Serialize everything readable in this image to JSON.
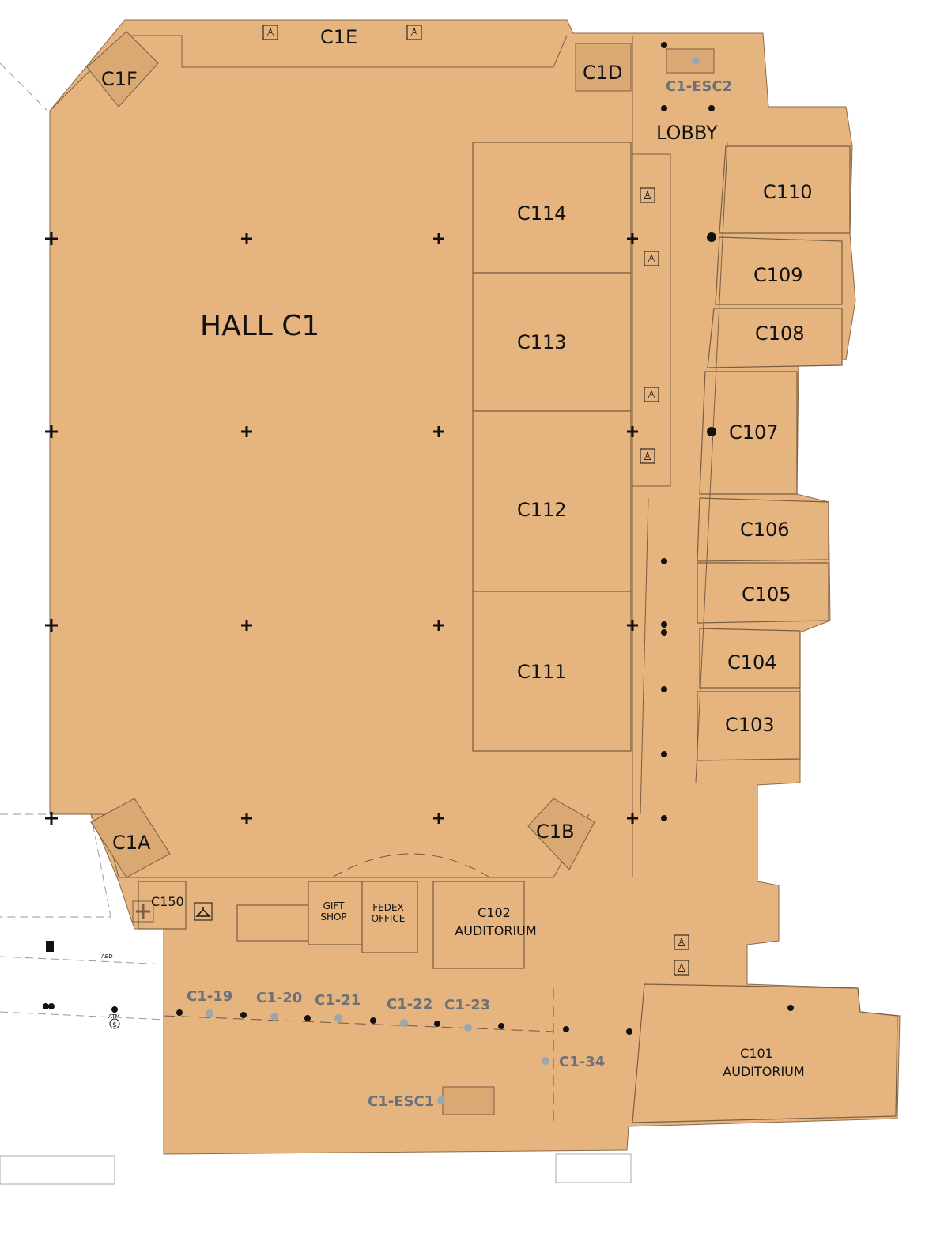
{
  "map": {
    "hall": "HALL C1",
    "lobby": "LOBBY",
    "entrances": [
      "C1A",
      "C1B",
      "C1D",
      "C1E",
      "C1F"
    ],
    "meeting_rooms": [
      "C114",
      "C113",
      "C112",
      "C111"
    ],
    "east_rooms": [
      "C110",
      "C109",
      "C108",
      "C107",
      "C106",
      "C105",
      "C104",
      "C103"
    ],
    "south": {
      "c150": "C150",
      "gift_shop": [
        "GIFT",
        "SHOP"
      ],
      "fedex": [
        "FEDEX",
        "OFFICE"
      ],
      "c102": [
        "C102",
        "AUDITORIUM"
      ],
      "c101": [
        "C101",
        "AUDITORIUM"
      ],
      "aed": "AED",
      "atm": "ATM"
    },
    "locations": [
      "C1-19",
      "C1-20",
      "C1-21",
      "C1-22",
      "C1-23",
      "C1-34",
      "C1-ESC1",
      "C1-ESC2"
    ],
    "colors": {
      "floor": "#E5B47F",
      "location_label": "#6b7178",
      "location_dot": "#9aa6b0"
    }
  }
}
